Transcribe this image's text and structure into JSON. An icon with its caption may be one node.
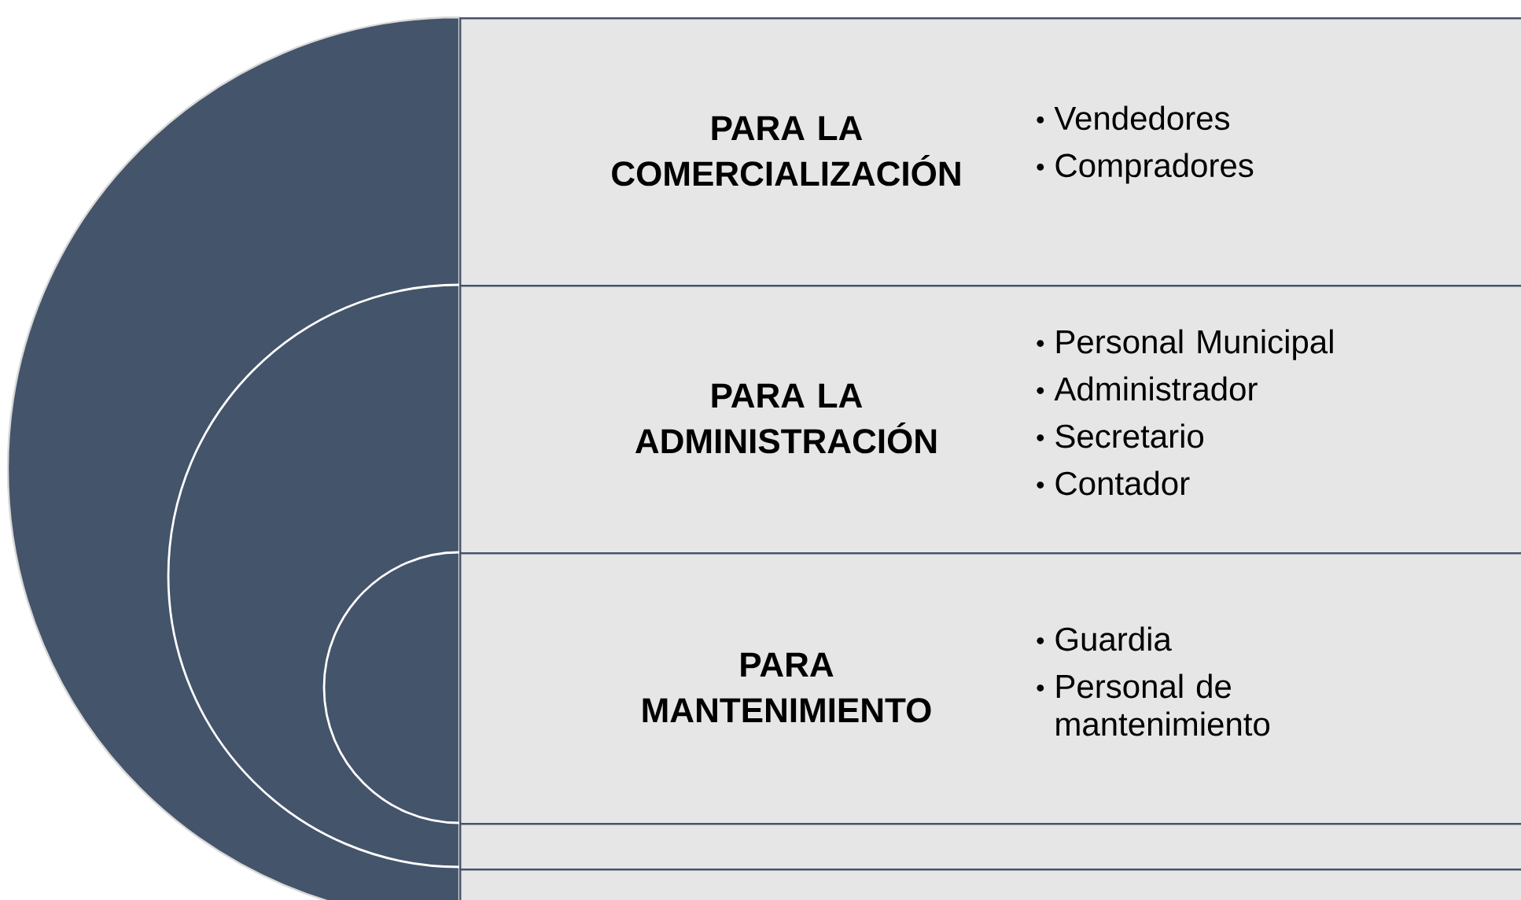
{
  "diagram": {
    "nodes": [
      {
        "text": [
          "PARA LA COMERCIALIZACIÓN",
          "Vendedores",
          "Compradores"
        ]
      },
      {
        "text": [
          "PARA LA ADMINISTRACIÓN",
          "Personal Municipal",
          "Administrador",
          "Secretario",
          "Contador"
        ]
      },
      {
        "text": [
          "PARA MANTENIMIENTO",
          "Guardia",
          "Personal de mantenimiento"
        ]
      },
      {
        "text": [],
        "shape": "box"
      },
      {
        "text": [],
        "shape": "box"
      }
    ]
  }
}
